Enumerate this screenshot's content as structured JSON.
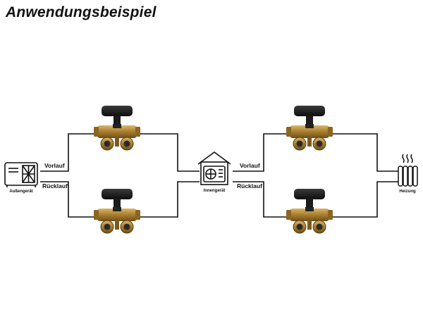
{
  "title": "Anwendungsbeispiel",
  "devices": {
    "outdoor_unit": "Außengerät",
    "indoor_unit": "Innengerät",
    "heating": "Heizung"
  },
  "lines": {
    "left_supply": "Vorlauf",
    "left_return": "Rücklauf",
    "right_supply": "Vorlauf",
    "right_return": "Rücklauf"
  },
  "icons": [
    "outdoor-unit-icon",
    "indoor-unit-icon",
    "radiator-icon",
    "valve-icon"
  ],
  "colors": {
    "line": "#111111",
    "handle": "#1a1a1a",
    "brass": "#b08a3c"
  }
}
